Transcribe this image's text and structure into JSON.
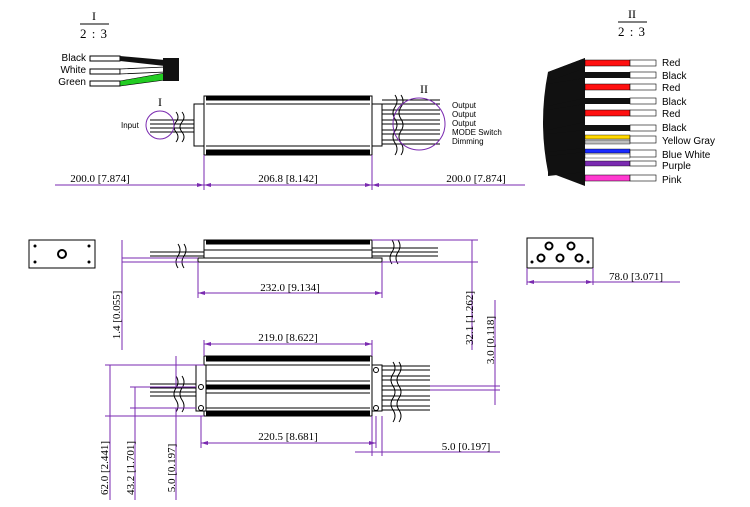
{
  "views": {
    "detail_I": {
      "roman": "I",
      "scale": "2 : 3"
    },
    "detail_II": {
      "roman": "II",
      "scale": "2 : 3"
    },
    "callout_I": "I",
    "callout_II": "II"
  },
  "labels": {
    "input": "Input",
    "left_wires": [
      "Black",
      "White",
      "Green"
    ],
    "right_outputs": [
      "Output",
      "Output",
      "Output",
      "MODE Switch",
      "Dimming"
    ],
    "color_wires": [
      "Red",
      "Black",
      "Red",
      "Black",
      "Red",
      "Black",
      "Yellow Gray",
      "Blue White",
      "Purple",
      "Pink"
    ]
  },
  "colors": {
    "green_wire": "#22cc22",
    "red_wire": "#ff1010",
    "yellow_wire": "#ffd800",
    "blue_wire": "#1a2aff",
    "pink_wire": "#ff3ad0",
    "dimension_line": "#7a2ab0"
  },
  "dimensions": {
    "top_left_lead": "200.0 [7.874]",
    "top_body_length": "206.8 [8.142]",
    "top_right_lead": "200.0 [7.874]",
    "side_flange_length": "232.0 [9.134]",
    "side_height": "32.1 [1.262]",
    "side_flange_thickness": "1.4 [0.055]",
    "end_width": "78.0 [3.071]",
    "bottom_body_length": "219.0 [8.622]",
    "bottom_flange_length": "220.5 [8.681]",
    "bottom_total_width": "62.0 [2.441]",
    "bottom_hole_spacing": "43.2 [1.701]",
    "bottom_hole_offset": "5.0 [0.197]",
    "bottom_slot_dim": "3.0 [0.118]",
    "bottom_slot_width": "5.0 [0.197]"
  }
}
